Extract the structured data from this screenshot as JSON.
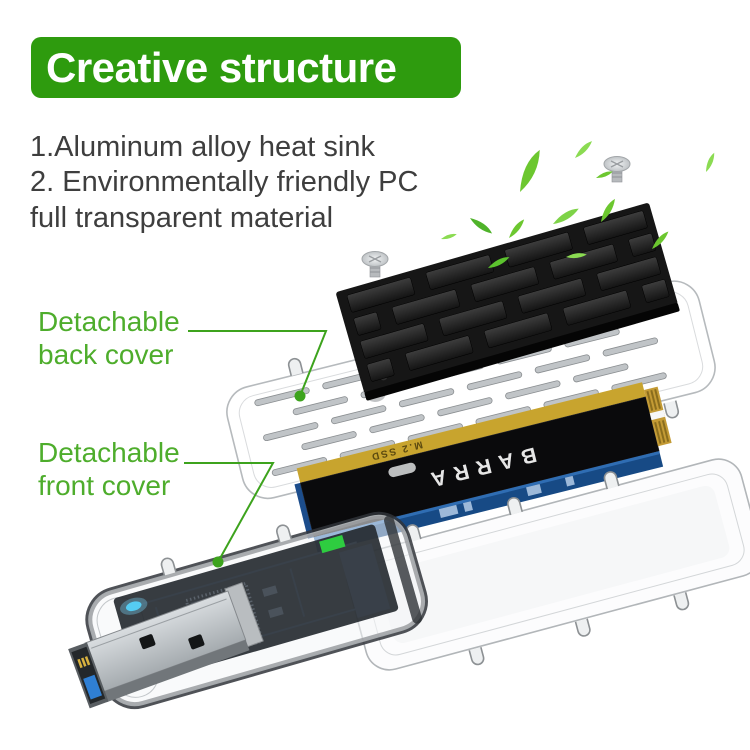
{
  "banner": {
    "title": "Creative structure",
    "bg_color": "#2e9b0e",
    "text_color": "#ffffff"
  },
  "features": {
    "line1": "1.Aluminum alloy heat sink",
    "line2": "2. Environmentally friendly PC",
    "line3": "full transparent material"
  },
  "callouts": {
    "back_cover": {
      "line1": "Detachable",
      "line2": "back cover"
    },
    "front_cover": {
      "line1": "Detachable",
      "line2": "front cover"
    },
    "text_color": "#4ead2c",
    "leader_color": "#3da31d"
  },
  "device": {
    "ssd_brand": "BARRA",
    "ssd_strip_text": "M.2 SSD",
    "colors": {
      "heat_sink": "#161616",
      "leaf_green": "#6cc72f",
      "ssd_label": "#0a0a0c",
      "ssd_pcb_blue": "#174a85",
      "ssd_gold": "#c8a42e",
      "led_cyan": "#55ccf2",
      "clear_shell_stroke": "#b2b6b9"
    }
  }
}
